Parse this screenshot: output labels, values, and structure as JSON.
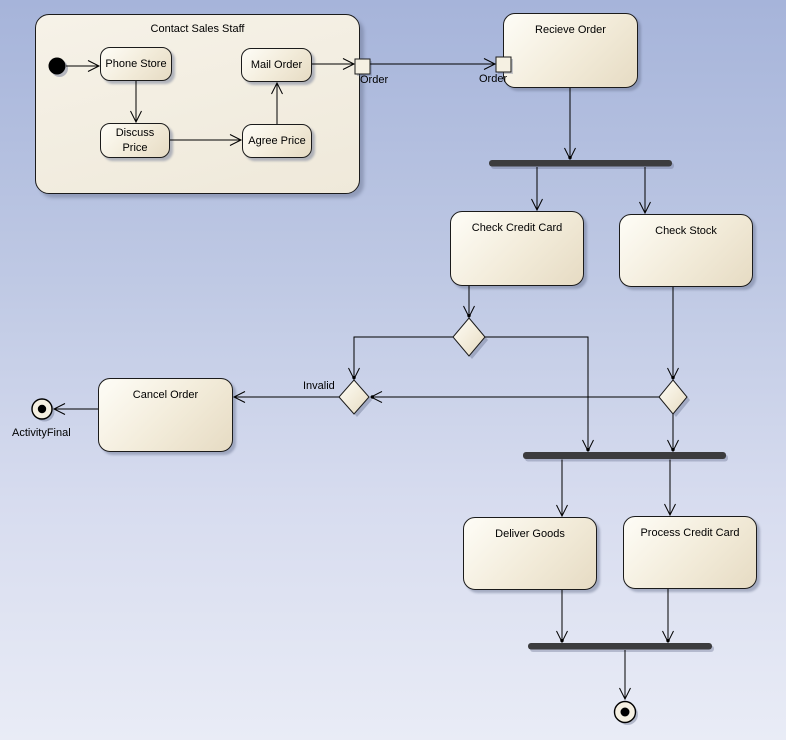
{
  "palette": {
    "background_top": "#a6b4da",
    "background_bottom": "#e9ecf6",
    "node_fill_light": "#fefdf7",
    "node_fill_dark": "#e6dbc3",
    "node_border": "#1b1b1b",
    "sync_bar_fill": "#3c3c3e",
    "shadow": "rgba(104,114,144,0.48)"
  },
  "composite": {
    "title": "Contact Sales Staff"
  },
  "nodes": {
    "phone_store": {
      "label": "Phone Store"
    },
    "discuss_price": {
      "line1": "Discuss",
      "line2": "Price"
    },
    "agree_price": {
      "label": "Agree Price"
    },
    "mail_order": {
      "label": "Mail Order"
    },
    "recieve_order": {
      "label": "Recieve Order"
    },
    "check_credit_card": {
      "label": "Check Credit Card"
    },
    "check_stock": {
      "label": "Check Stock"
    },
    "cancel_order": {
      "label": "Cancel Order"
    },
    "deliver_goods": {
      "label": "Deliver Goods"
    },
    "process_credit_card": {
      "label": "Process Credit Card"
    }
  },
  "labels": {
    "exit_port": "Order",
    "entry_port": "Order",
    "guard_invalid": "Invalid",
    "activity_final": "ActivityFinal"
  }
}
